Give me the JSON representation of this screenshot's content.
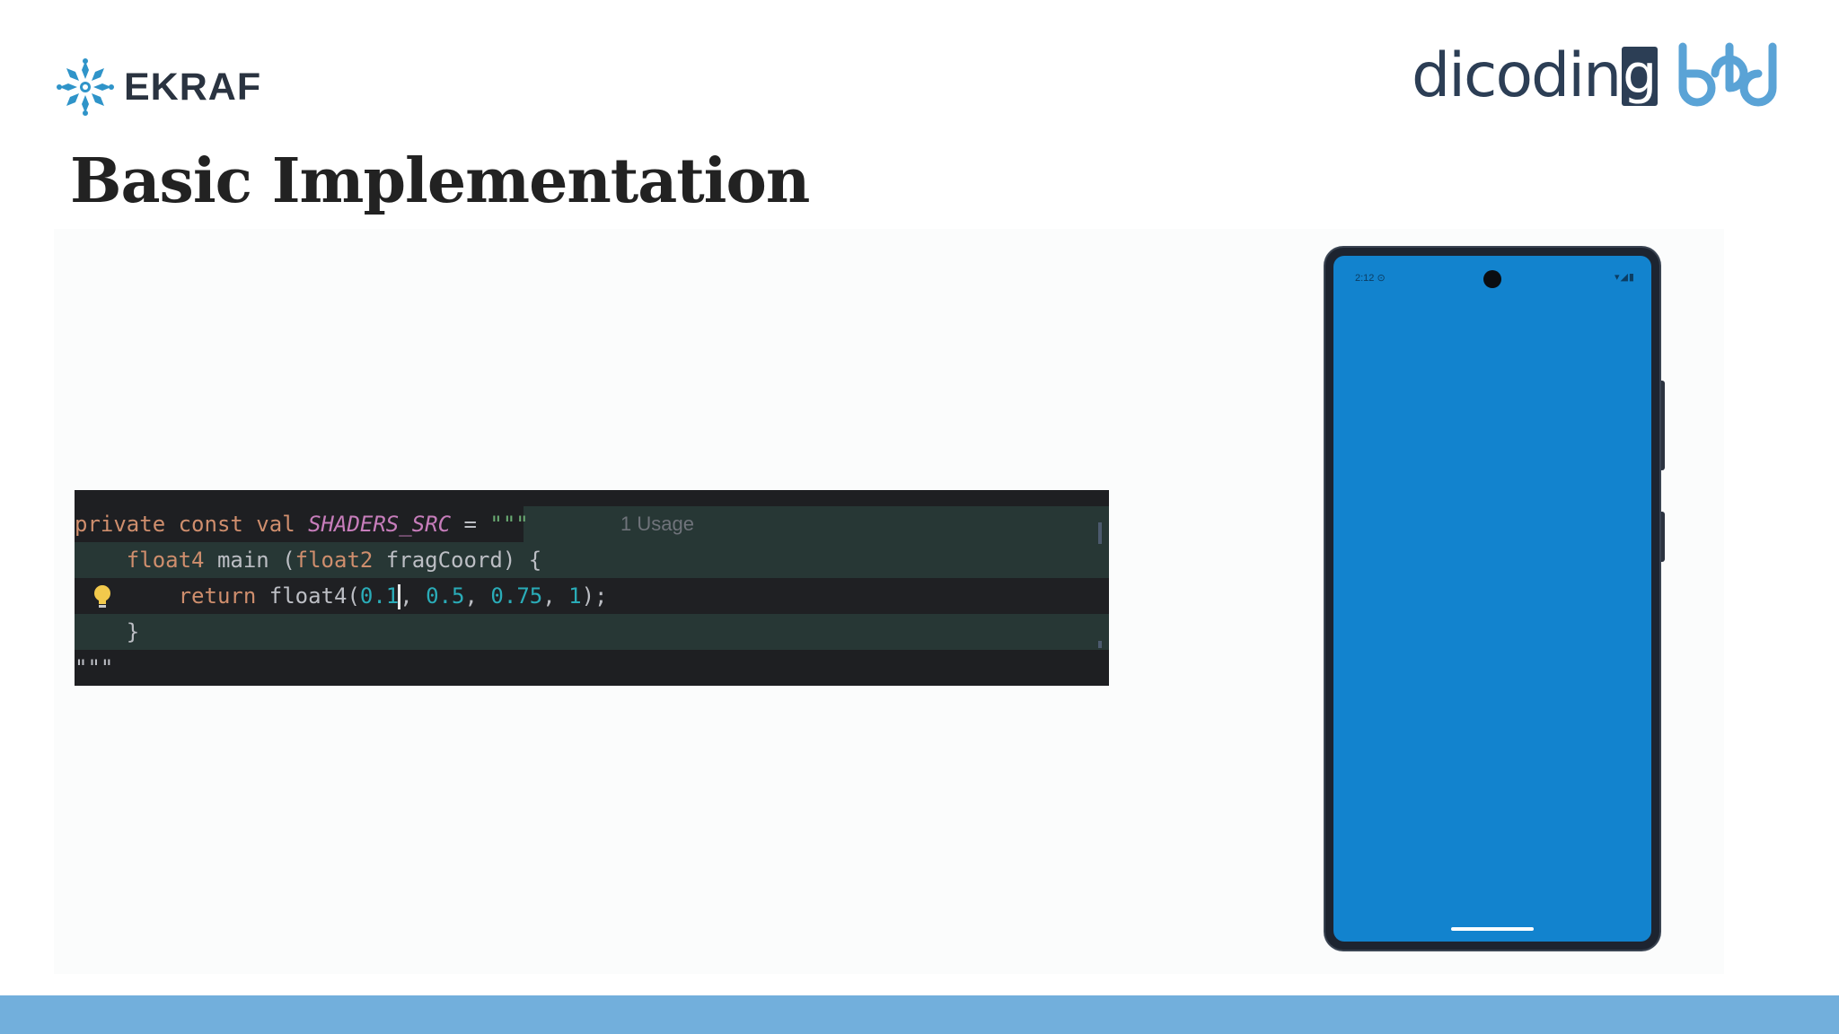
{
  "header": {
    "ekraf_logo_text": "EKRAF",
    "dicoding_text_prefix": "dicodin",
    "dicoding_text_suffix": "g",
    "bdd_logo_text": "bdd"
  },
  "slide": {
    "title": "Basic Implementation"
  },
  "code": {
    "line1": {
      "kw1": "private const val ",
      "const_name": "SHADERS_SRC",
      "op": " = ",
      "str": "\"\"\"",
      "usage_hint": "1 Usage"
    },
    "line2": {
      "indent": "    ",
      "type": "float4",
      "rest": " main (",
      "param_type": "float2",
      "param": " fragCoord) {"
    },
    "line3": {
      "indent": "        ",
      "kw": "return",
      "fn": " float4(",
      "n1a": "0.1",
      "sep1": ", ",
      "n2": "0.5",
      "sep2": ", ",
      "n3": "0.75",
      "sep3": ", ",
      "n4": "1",
      "end": ");"
    },
    "line4": {
      "text": "    }"
    },
    "line5": {
      "text": "\"\"\""
    }
  },
  "phone": {
    "status_time": "2:12 ⊙",
    "status_icons": "▾◢▮",
    "screen_color": "#1283ce"
  },
  "colors": {
    "accent_bar": "#72afdc",
    "title": "#222222",
    "code_bg": "#1e1f22"
  }
}
